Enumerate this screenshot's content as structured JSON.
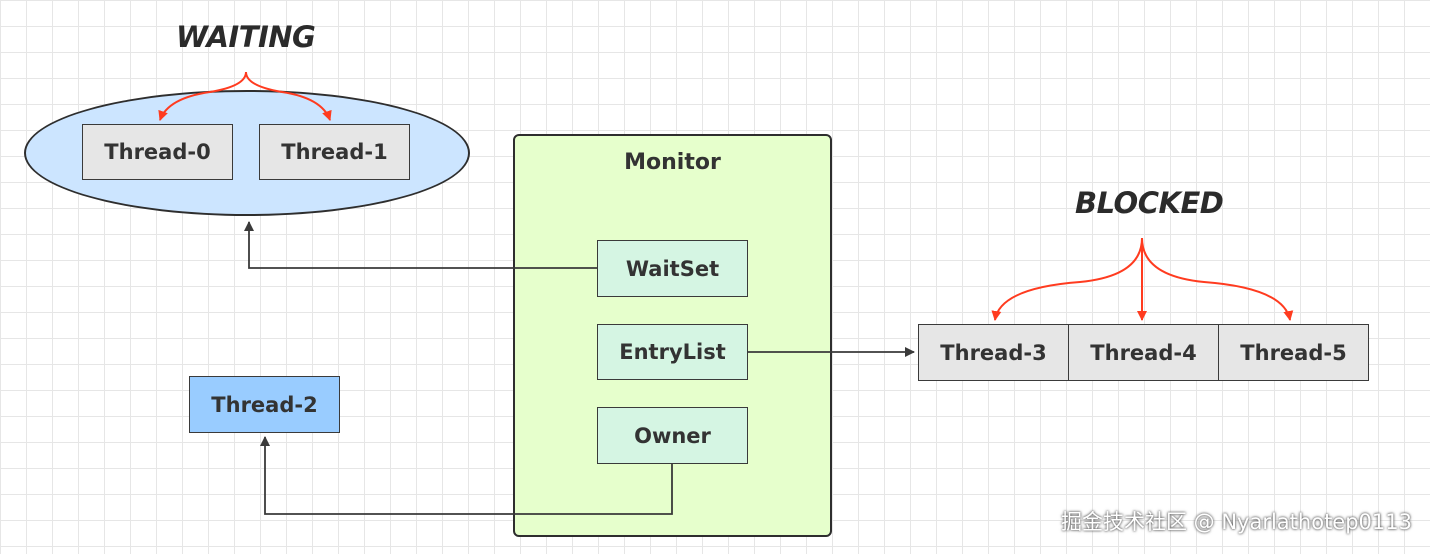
{
  "states": {
    "waiting": "WAITING",
    "blocked": "BLOCKED"
  },
  "monitor": {
    "title": "Monitor",
    "wait_set": "WaitSet",
    "entry_list": "EntryList",
    "owner": "Owner"
  },
  "threads": {
    "t0": "Thread-0",
    "t1": "Thread-1",
    "t2": "Thread-2",
    "t3": "Thread-3",
    "t4": "Thread-4",
    "t5": "Thread-5"
  },
  "colors": {
    "wait_set_fill": "#cce5ff",
    "monitor_fill": "#e6ffcc",
    "field_fill": "#d5f5e3",
    "owner_thread_fill": "#99ccff",
    "thread_fill": "#e6e6e6",
    "state_arrow": "#ff3b1f",
    "link_arrow": "#3a3a3a"
  },
  "watermark": "掘金技术社区 @ Nyarlathotep0113"
}
